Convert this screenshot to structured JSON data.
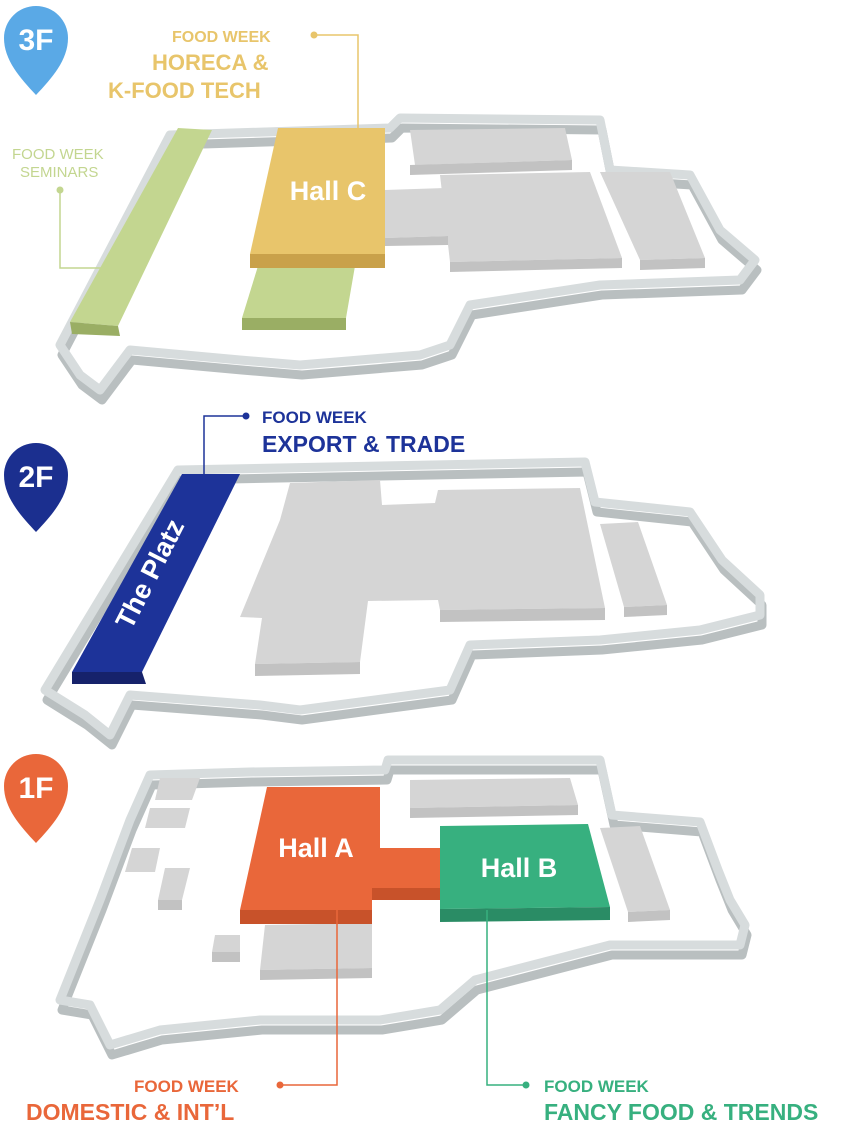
{
  "colors": {
    "floor_3f_pin": "#5aa9e6",
    "floor_2f_pin": "#1b2f8f",
    "floor_1f_pin": "#e9673a",
    "hall_c": "#e8c56b",
    "seminars": "#c3d690",
    "platz": "#1d3399",
    "hall_a": "#e9673a",
    "hall_b": "#37b07f",
    "neutral_area": "#d5d5d5",
    "outline": "#c6cccd"
  },
  "floors": {
    "f3": {
      "marker": "3F",
      "seminars_label": {
        "line1": "FOOD WEEK",
        "line2": "SEMINARS"
      },
      "hall_c_label": {
        "line1": "FOOD WEEK",
        "line2": "HORECA &",
        "line3": "K-FOOD TECH"
      },
      "hall_c_name": "Hall C"
    },
    "f2": {
      "marker": "2F",
      "platz_label": {
        "line1": "FOOD WEEK",
        "line2": "EXPORT & TRADE"
      },
      "platz_name": "The Platz"
    },
    "f1": {
      "marker": "1F",
      "hall_a_name": "Hall A",
      "hall_b_name": "Hall B",
      "hall_a_label": {
        "line1": "FOOD WEEK",
        "line2": "DOMESTIC & INT’L"
      },
      "hall_b_label": {
        "line1": "FOOD WEEK",
        "line2": "FANCY FOOD & TRENDS"
      }
    }
  }
}
